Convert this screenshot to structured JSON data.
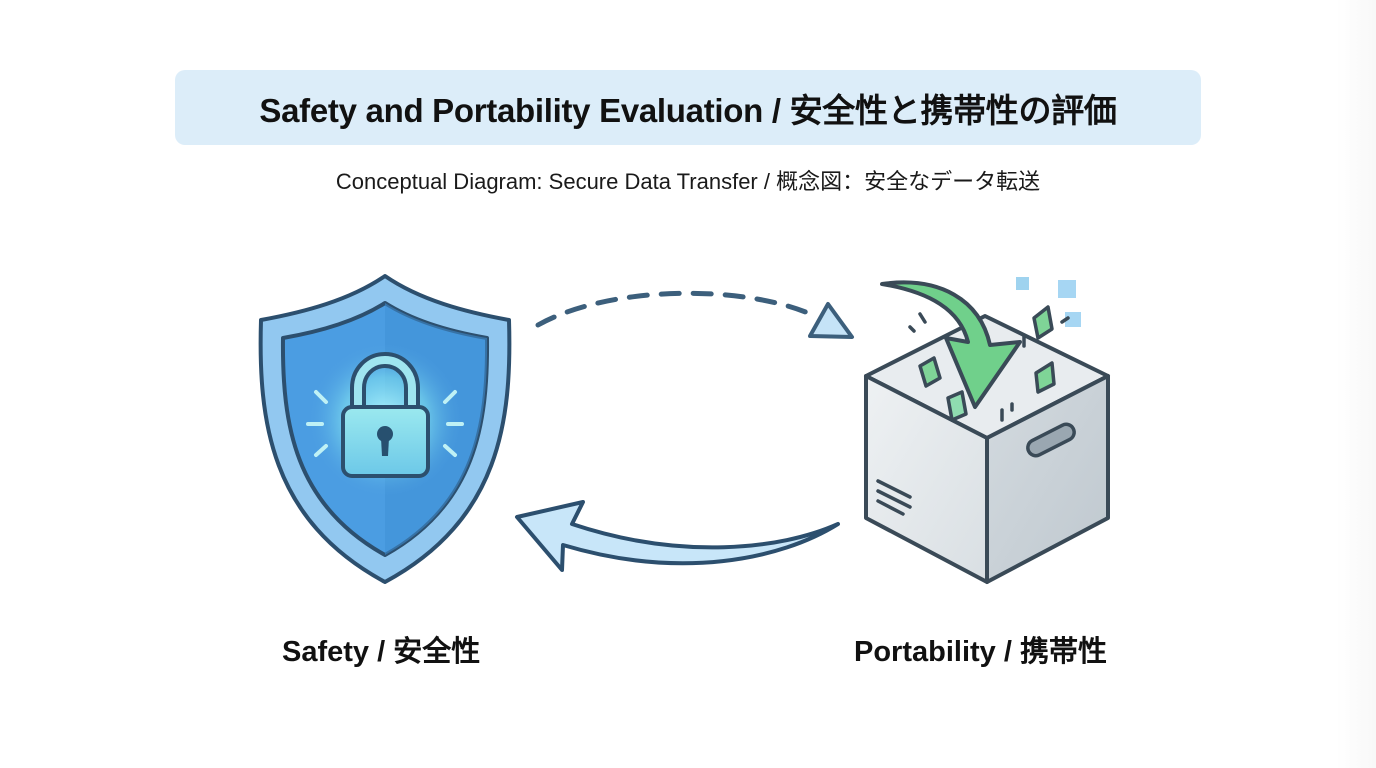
{
  "header": {
    "title": "Safety and Portability Evaluation / 安全性と携帯性の評価",
    "subtitle": "Conceptual Diagram: Secure Data Transfer / 概念図：安全なデータ転送"
  },
  "nodes": [
    {
      "id": "safety",
      "label": "Safety / 安全性",
      "icon": "shield-lock-icon"
    },
    {
      "id": "portability",
      "label": "Portability / 携帯性",
      "icon": "box-with-arrow-icon"
    }
  ],
  "edges": [
    {
      "from": "safety",
      "to": "portability",
      "style": "dashed",
      "icon": "dashed-arrow-right-icon"
    },
    {
      "from": "portability",
      "to": "safety",
      "style": "solid",
      "icon": "curved-arrow-left-icon"
    }
  ],
  "colors": {
    "title_bg": "#dcedf9",
    "shield_outer": "#8cc4ee",
    "shield_inner": "#4a9be0",
    "outline": "#2c4f6e",
    "lock_glow": "#7fe6f0",
    "arrow_green": "#6fd08a",
    "box_gray": "#dfe4e8",
    "arrow_blue_fill": "#c5e3f7"
  }
}
